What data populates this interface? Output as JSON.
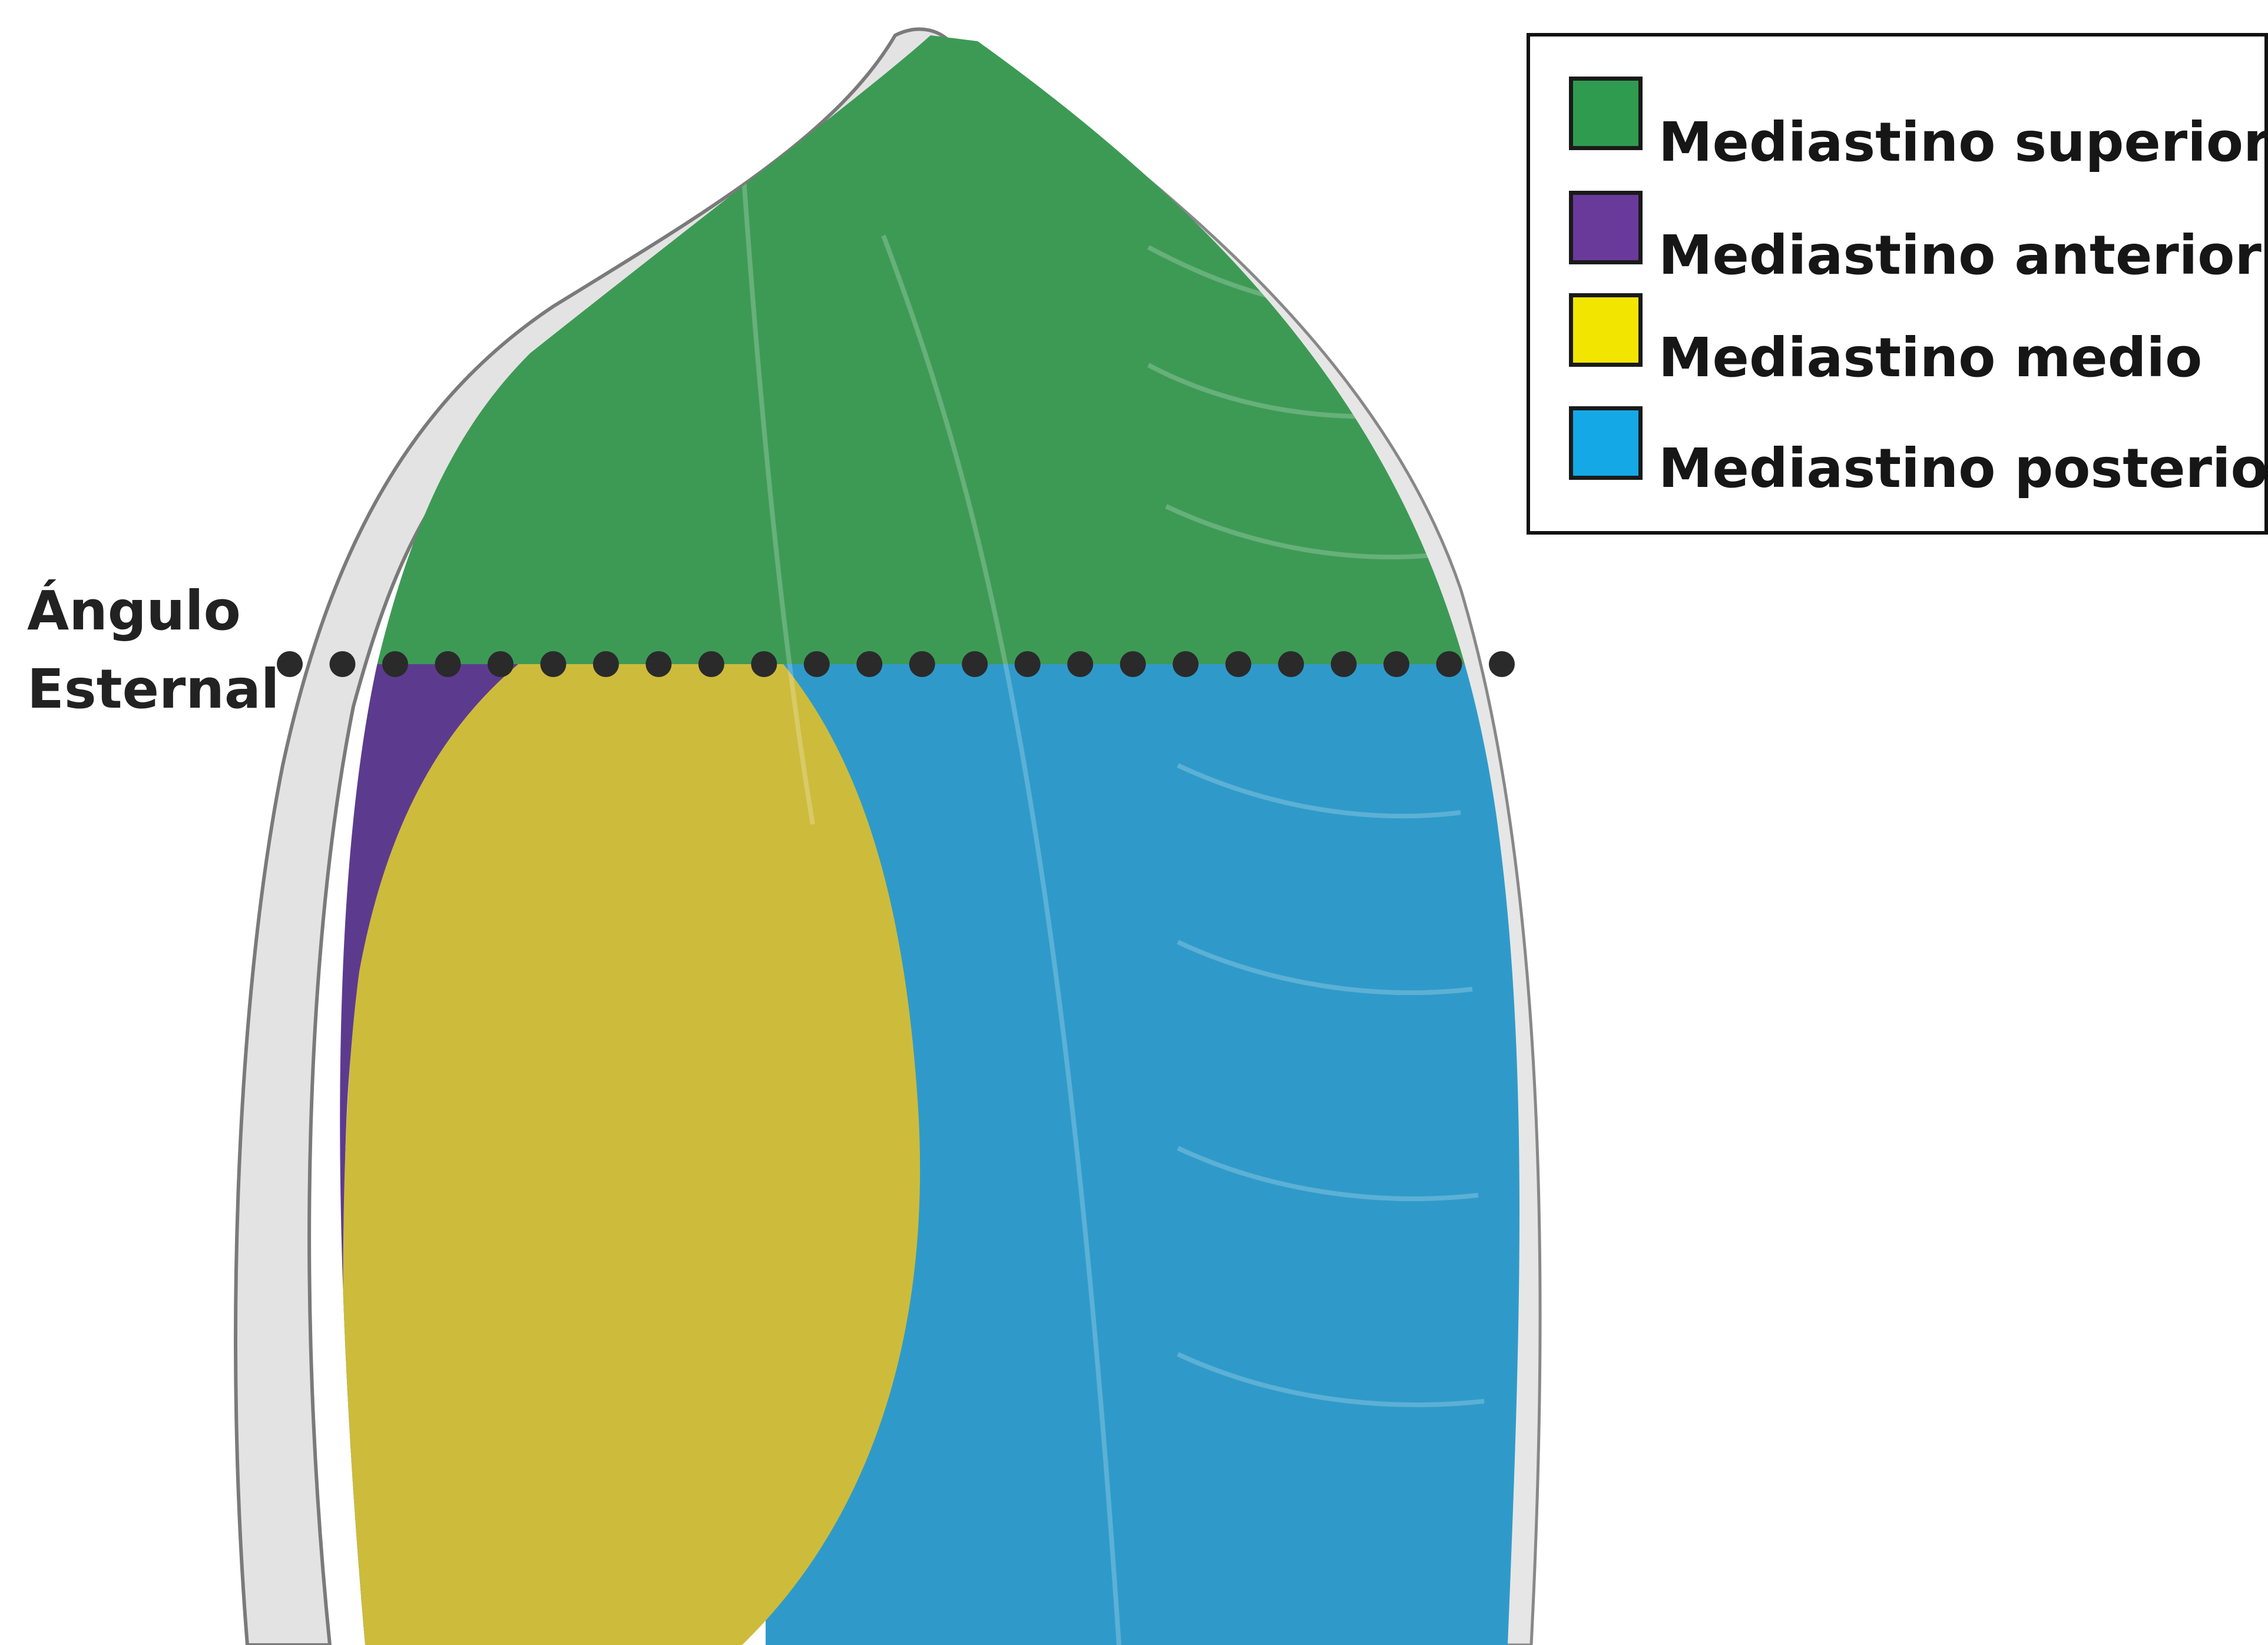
{
  "legend": {
    "items": [
      {
        "label": "Mediastino superior",
        "color": "#2f9b4f"
      },
      {
        "label": "Mediastino anterior",
        "color": "#6a3a9a"
      },
      {
        "label": "Mediastino medio",
        "color": "#f2e600"
      },
      {
        "label": "Mediastino posterior",
        "color": "#14a9e6"
      }
    ]
  },
  "annotation": {
    "line1": "Ángulo",
    "line2": "Esternal"
  },
  "regions": {
    "superior_color": "#3d9a55",
    "anterior_color": "#5c3b8f",
    "medio_color": "#cdbb3c",
    "posterior_color": "#2f9ac9"
  }
}
